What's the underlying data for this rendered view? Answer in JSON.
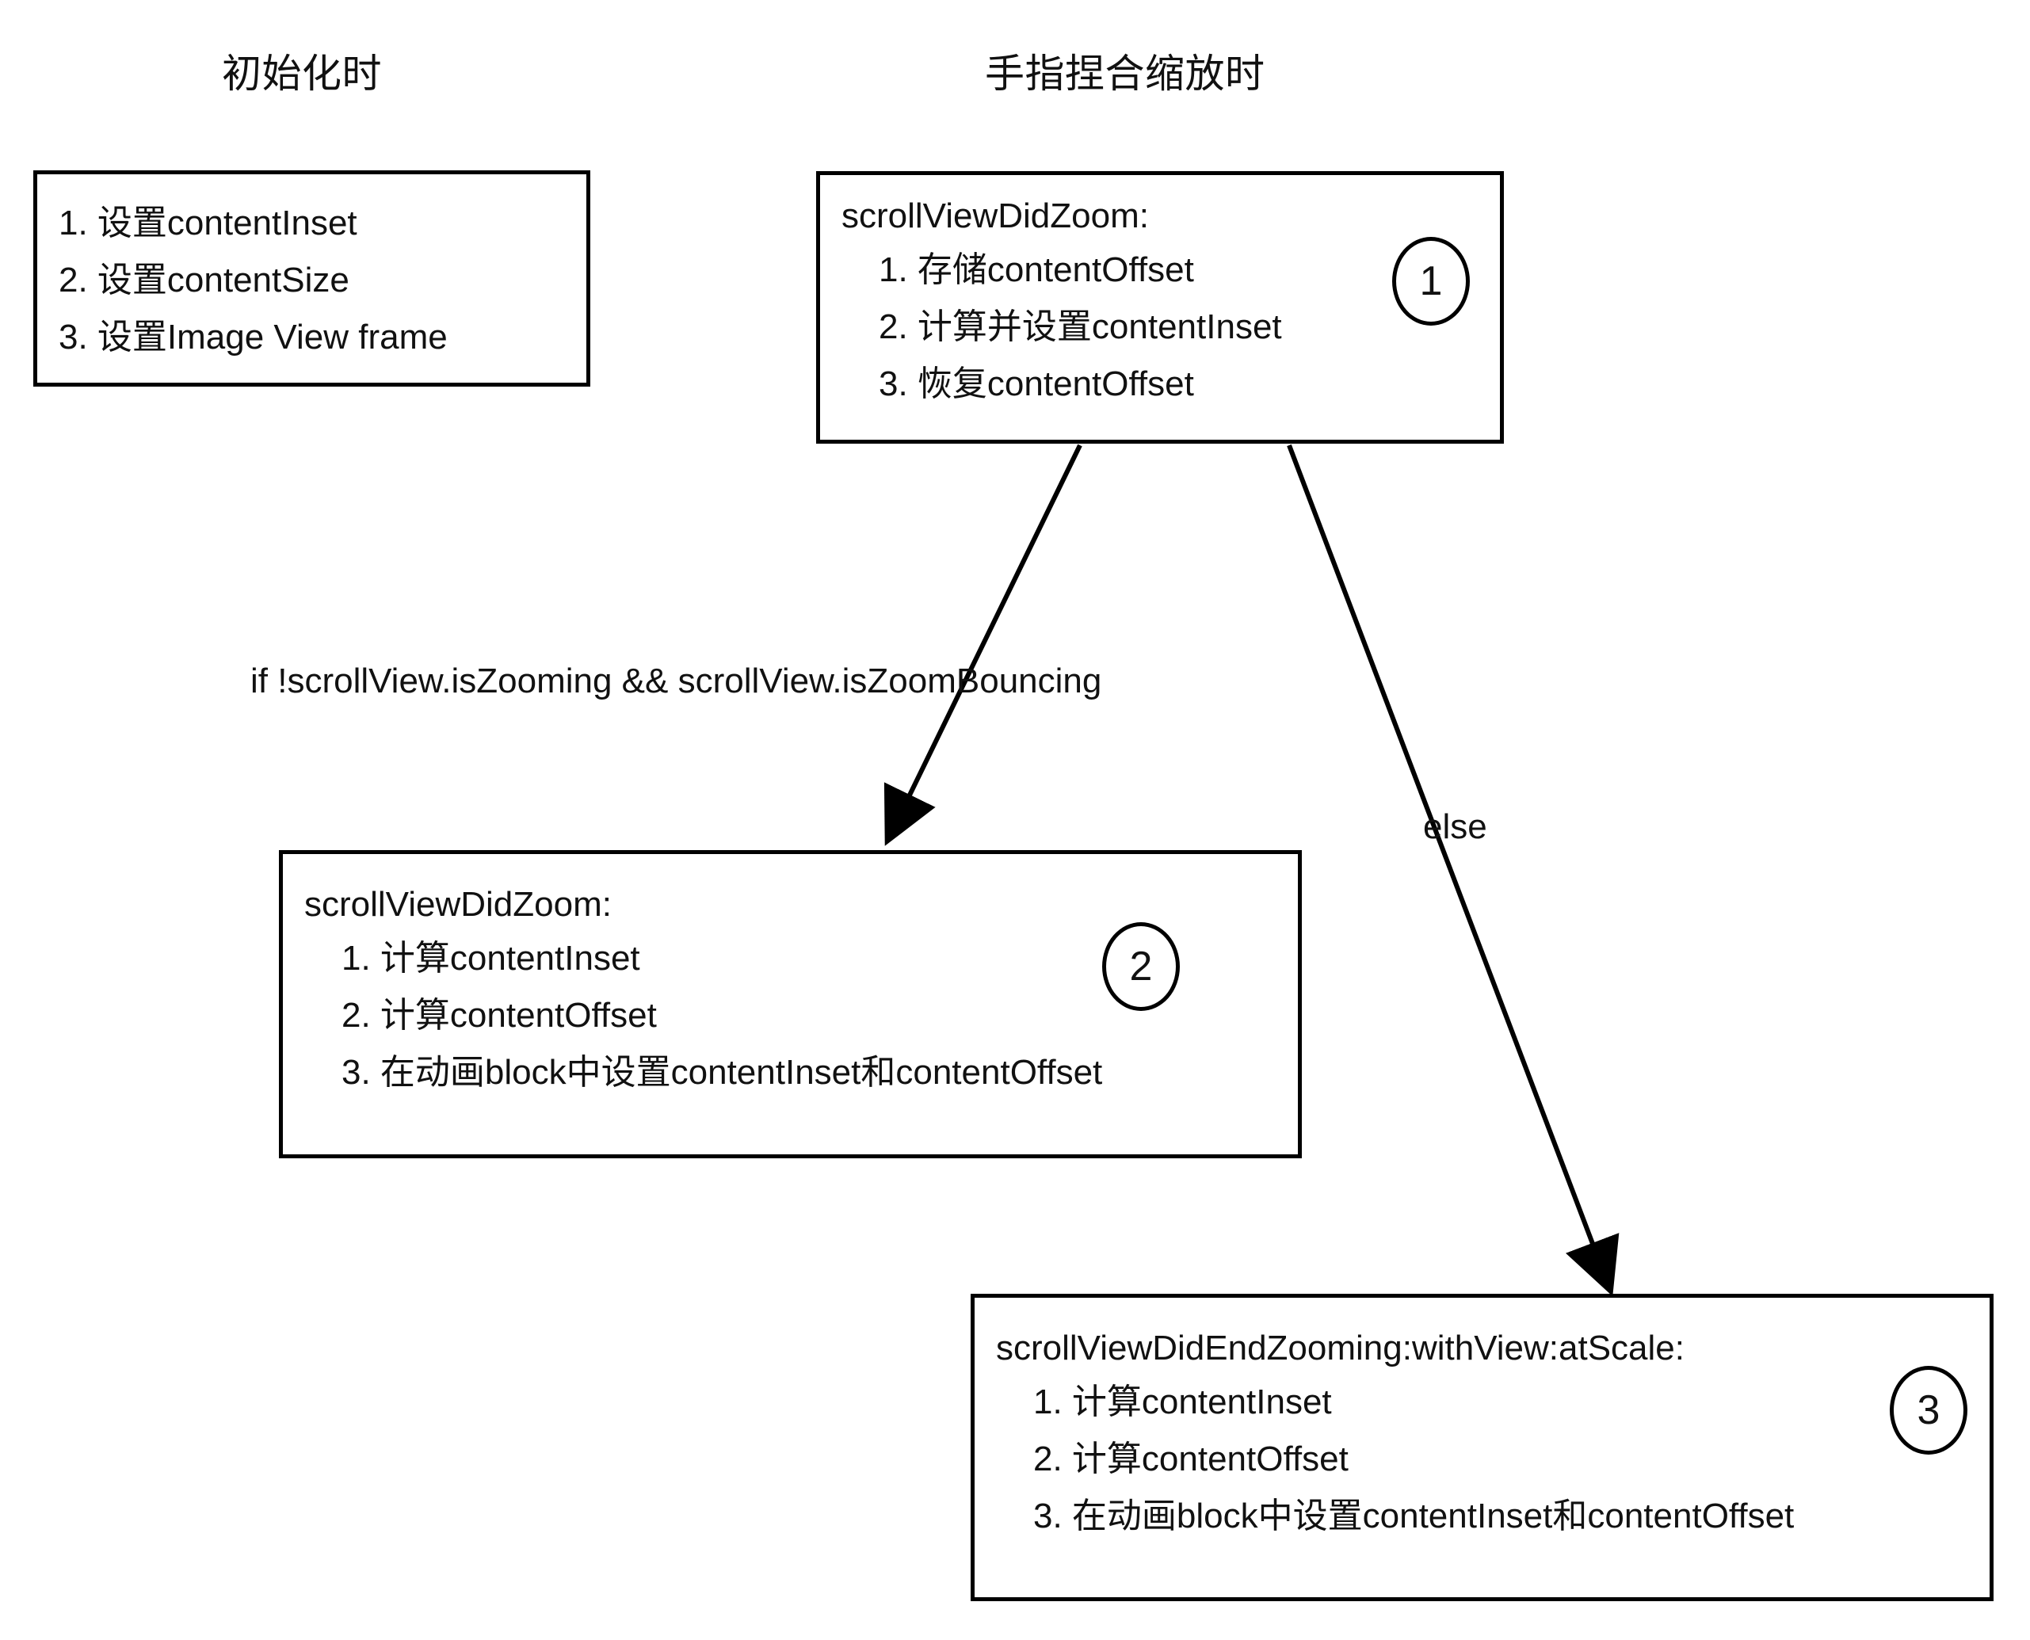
{
  "diagram": {
    "title": "UIScrollView zoom handling flow",
    "background": "#ffffff",
    "stroke": "#000000",
    "text_color": "#111111"
  },
  "headings": {
    "init": "初始化时",
    "pinch": "手指捏合缩放时"
  },
  "boxes": {
    "init": {
      "badge": "",
      "title": "",
      "steps": [
        "1. 设置contentInset",
        "2. 设置contentSize",
        "3. 设置Image View frame"
      ]
    },
    "didzoom1": {
      "badge": "1",
      "title": "scrollViewDidZoom:",
      "steps": [
        "1. 存储contentOffset",
        "2. 计算并设置contentInset",
        "3. 恢复contentOffset"
      ]
    },
    "didzoom2": {
      "badge": "2",
      "title": "scrollViewDidZoom:",
      "steps": [
        "1. 计算contentInset",
        "2. 计算contentOffset",
        "3. 在动画block中设置contentInset和contentOffset"
      ]
    },
    "didendzooming3": {
      "badge": "3",
      "title": "scrollViewDidEndZooming:withView:atScale:",
      "steps": [
        "1. 计算contentInset",
        "2. 计算contentOffset",
        "3. 在动画block中设置contentInset和contentOffset"
      ]
    }
  },
  "edges": {
    "if_branch_label": "if !scrollView.isZooming && scrollView.isZoomBouncing",
    "else_branch_label": "else"
  }
}
